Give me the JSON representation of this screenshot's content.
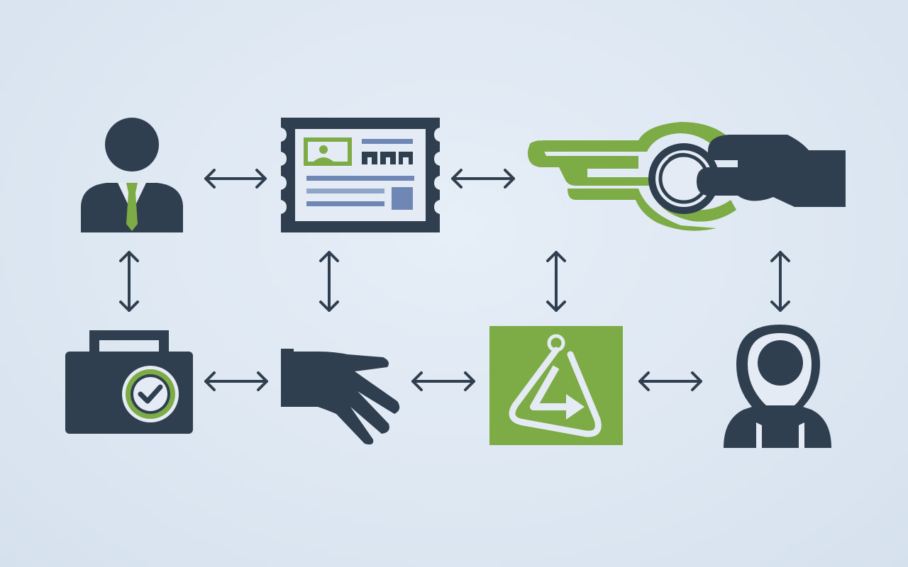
{
  "colors": {
    "background": "#dfe8f3",
    "dark": "#2f3f4f",
    "green": "#7dab45",
    "panel": "#e4ebf4",
    "blue": "#6f87b5",
    "blue_light": "#8fa5c9"
  },
  "nodes": [
    {
      "id": "businessman",
      "icon": "businessman-icon"
    },
    {
      "id": "ticket",
      "icon": "id-card-ticket-icon"
    },
    {
      "id": "hand-lens",
      "icon": "hand-with-lens-icon"
    },
    {
      "id": "briefcase",
      "icon": "briefcase-check-icon"
    },
    {
      "id": "hand",
      "icon": "open-hand-icon"
    },
    {
      "id": "tag",
      "icon": "tag-arrow-icon"
    },
    {
      "id": "person",
      "icon": "hooded-person-icon"
    }
  ],
  "connections": [
    {
      "from": "businessman",
      "to": "ticket",
      "type": "bidirectional"
    },
    {
      "from": "ticket",
      "to": "hand-lens",
      "type": "bidirectional"
    },
    {
      "from": "businessman",
      "to": "briefcase",
      "type": "bidirectional"
    },
    {
      "from": "ticket",
      "to": "hand",
      "type": "bidirectional"
    },
    {
      "from": "hand-lens",
      "to": "tag",
      "type": "bidirectional"
    },
    {
      "from": "hand-lens",
      "to": "person",
      "type": "bidirectional"
    },
    {
      "from": "briefcase",
      "to": "hand",
      "type": "bidirectional"
    },
    {
      "from": "hand",
      "to": "tag",
      "type": "bidirectional"
    },
    {
      "from": "tag",
      "to": "person",
      "type": "bidirectional"
    }
  ]
}
